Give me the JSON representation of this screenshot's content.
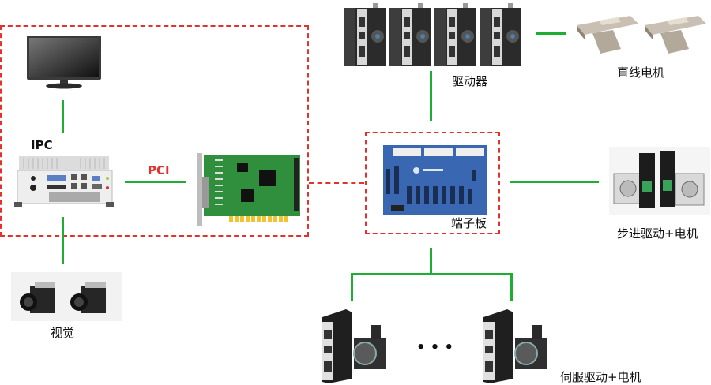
{
  "diagram": {
    "colors": {
      "connector": "#1fae32",
      "boundary": "#e0332e",
      "pci_label": "#e0332e"
    },
    "labels": {
      "ipc": "IPC",
      "pci": "PCI",
      "vision": "视觉",
      "drivers": "驱动器",
      "linear_motor": "直线电机",
      "terminal_board": "端子板",
      "stepper": "步进驱动+电机",
      "servo": "伺服驱动+电机",
      "ellipsis": "• • •"
    },
    "nodes": [
      {
        "id": "monitor",
        "icon": "monitor-icon"
      },
      {
        "id": "ipc",
        "icon": "industrial-pc-icon"
      },
      {
        "id": "pci-card",
        "icon": "motion-control-card-icon"
      },
      {
        "id": "vision",
        "icon": "camera-icon",
        "count": 2
      },
      {
        "id": "drivers",
        "icon": "servo-driver-icon",
        "count": 4
      },
      {
        "id": "linear-motor",
        "icon": "linear-motor-icon",
        "count": 2
      },
      {
        "id": "terminal-board",
        "icon": "terminal-board-icon"
      },
      {
        "id": "stepper",
        "icon": "stepper-motor-icon"
      },
      {
        "id": "servo",
        "icon": "servo-motor-icon",
        "count": 2
      }
    ],
    "edges": [
      [
        "monitor",
        "ipc"
      ],
      [
        "ipc",
        "pci-card"
      ],
      [
        "ipc",
        "vision"
      ],
      [
        "pci-card",
        "terminal-board"
      ],
      [
        "terminal-board",
        "drivers"
      ],
      [
        "drivers",
        "linear-motor"
      ],
      [
        "terminal-board",
        "stepper"
      ],
      [
        "terminal-board",
        "servo"
      ]
    ]
  }
}
